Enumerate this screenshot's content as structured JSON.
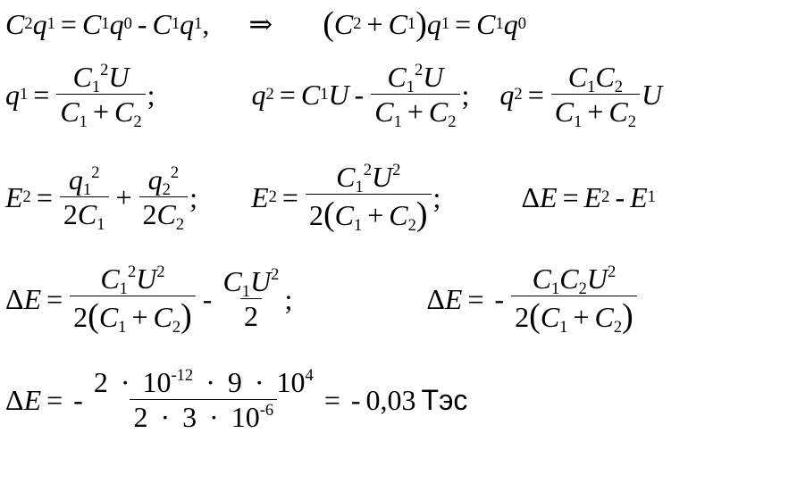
{
  "unit_label": "Тэс",
  "result_value": "0,03",
  "power_m12": "-12",
  "power_m6": "-6",
  "power_4": "4",
  "const_two": "2",
  "const_three": "3",
  "const_nine": "9",
  "const_ten": "10"
}
